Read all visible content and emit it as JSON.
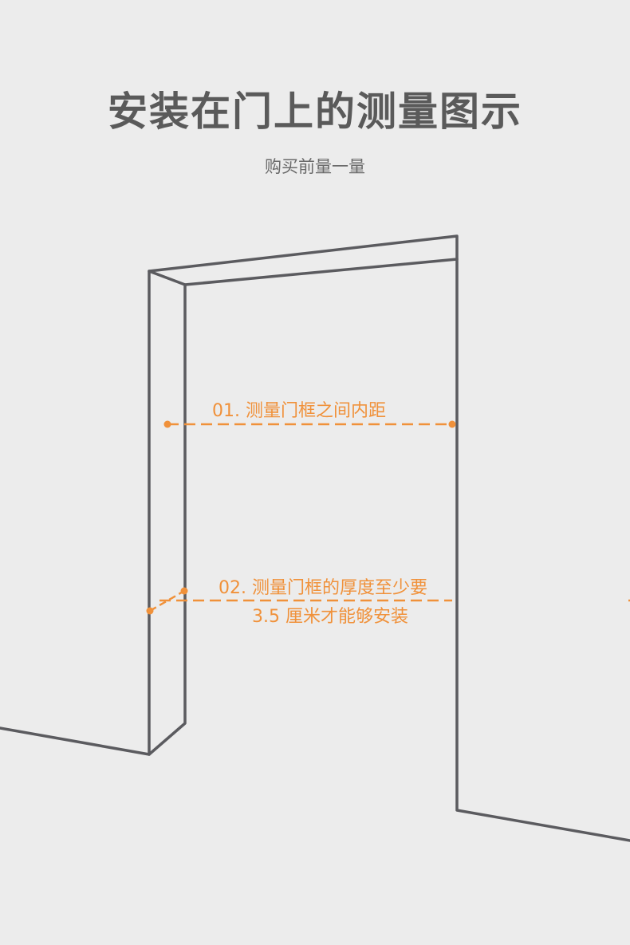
{
  "header": {
    "title": "安装在门上的测量图示",
    "subtitle": "购买前量一量"
  },
  "measurements": [
    {
      "label": "01. 测量门框之间内距"
    },
    {
      "label_line1": "02. 测量门框的厚度至少要",
      "label_line2": "3.5 厘米才能够安装"
    }
  ],
  "colors": {
    "background": "#ececec",
    "line": "#5b5b5f",
    "accent": "#f0913a",
    "title": "#5a5a5a"
  }
}
